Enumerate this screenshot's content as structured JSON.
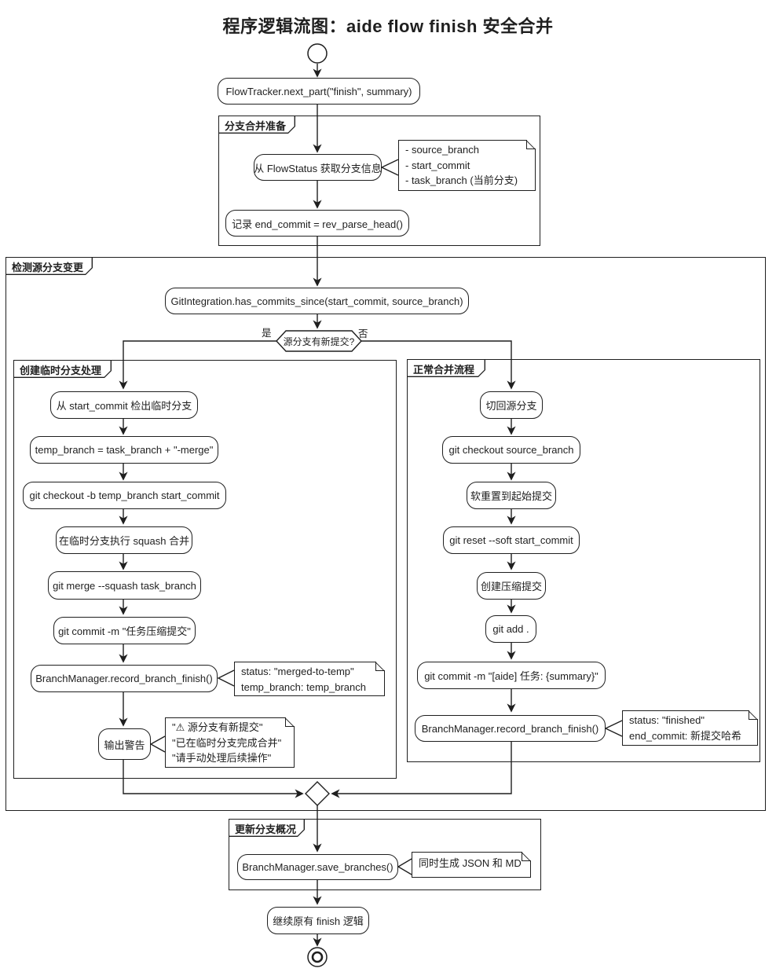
{
  "title": "程序逻辑流图：aide flow finish 安全合并",
  "colors": {
    "stroke": "#1f1f1f",
    "background": "#ffffff"
  },
  "flow": {
    "entry": "FlowTracker.next_part(\"finish\", summary)",
    "prepare": {
      "frame": "分支合并准备",
      "get_info": "从 FlowStatus 获取分支信息",
      "info_note": [
        "- source_branch",
        "- start_commit",
        "- task_branch (当前分支)"
      ],
      "record_end": "记录 end_commit = rev_parse_head()"
    },
    "detect": {
      "frame": "检测源分支变更",
      "check": "GitIntegration.has_commits_since(start_commit, source_branch)",
      "question": "源分支有新提交?",
      "yes": "是",
      "no": "否",
      "temp": {
        "frame": "创建临时分支处理",
        "steps": [
          "从 start_commit 检出临时分支",
          "temp_branch = task_branch + \"-merge\"",
          "git checkout -b temp_branch start_commit",
          "在临时分支执行 squash 合并",
          "git merge --squash task_branch",
          "git commit -m \"任务压缩提交\"",
          "BranchManager.record_branch_finish()",
          "输出警告"
        ],
        "record_note": [
          "status: \"merged-to-temp\"",
          "temp_branch: temp_branch"
        ],
        "warn_note": [
          "\"⚠ 源分支有新提交\"",
          "\"已在临时分支完成合并\"",
          "\"请手动处理后续操作\""
        ]
      },
      "normal": {
        "frame": "正常合并流程",
        "steps": [
          "切回源分支",
          "git checkout source_branch",
          "软重置到起始提交",
          "git reset --soft start_commit",
          "创建压缩提交",
          "git add .",
          "git commit -m \"[aide] 任务: {summary}\"",
          "BranchManager.record_branch_finish()"
        ],
        "record_note": [
          "status: \"finished\"",
          "end_commit: 新提交哈希"
        ]
      }
    },
    "update": {
      "frame": "更新分支概况",
      "save": "BranchManager.save_branches()",
      "save_note": "同时生成 JSON 和 MD"
    },
    "continue_label": "继续原有 finish 逻辑"
  }
}
